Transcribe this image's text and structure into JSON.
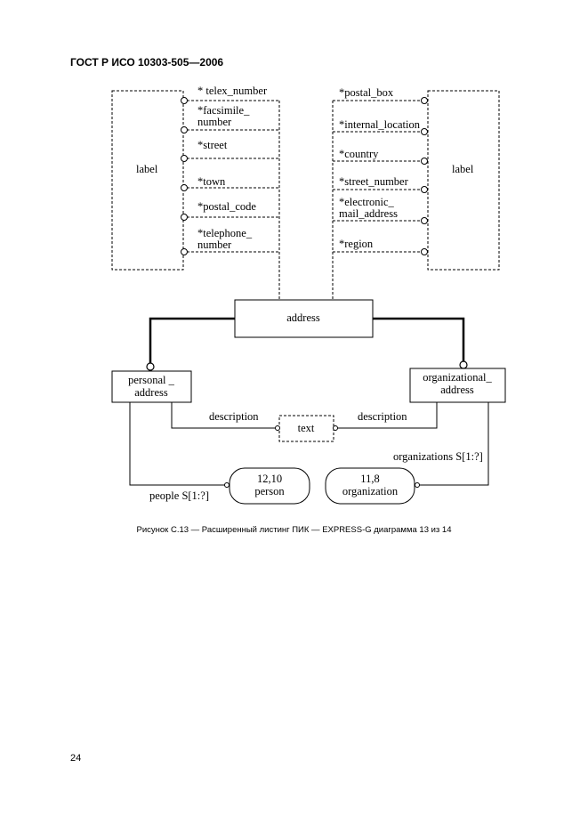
{
  "header": "ГОСТ Р ИСО 10303-505—2006",
  "caption": "Рисунок С.13 — Расширенный листинг ПИК — EXPRESS-G диаграмма 13 из 14",
  "page_number": "24",
  "diagram": {
    "left_label_box": "label",
    "right_label_box": "label",
    "left_attributes": {
      "telex": "* telex_number",
      "facsimile_1": "*facsimile_",
      "facsimile_2": "number",
      "street": "*street",
      "town": "*town",
      "postal_code": "*postal_code",
      "telephone_1": "*telephone_",
      "telephone_2": "number"
    },
    "right_attributes": {
      "postal_box": "*postal_box",
      "internal_location": "*internal_location",
      "country": "*country",
      "street_number": "*street_number",
      "electronic_1": "*electronic_",
      "electronic_2": "mail_address",
      "region": "*region"
    },
    "address": "address",
    "personal_1": "personal _",
    "personal_2": "address",
    "organizational_1": "organizational_",
    "organizational_2": "address",
    "text_box": "text",
    "description_left": "description",
    "description_right": "description",
    "organizations_label": "organizations S[1:?]",
    "people_label": "people S[1:?]",
    "person_ref": "12,10",
    "person_name": "person",
    "organization_ref": "11,8",
    "organization_name": "organization"
  }
}
